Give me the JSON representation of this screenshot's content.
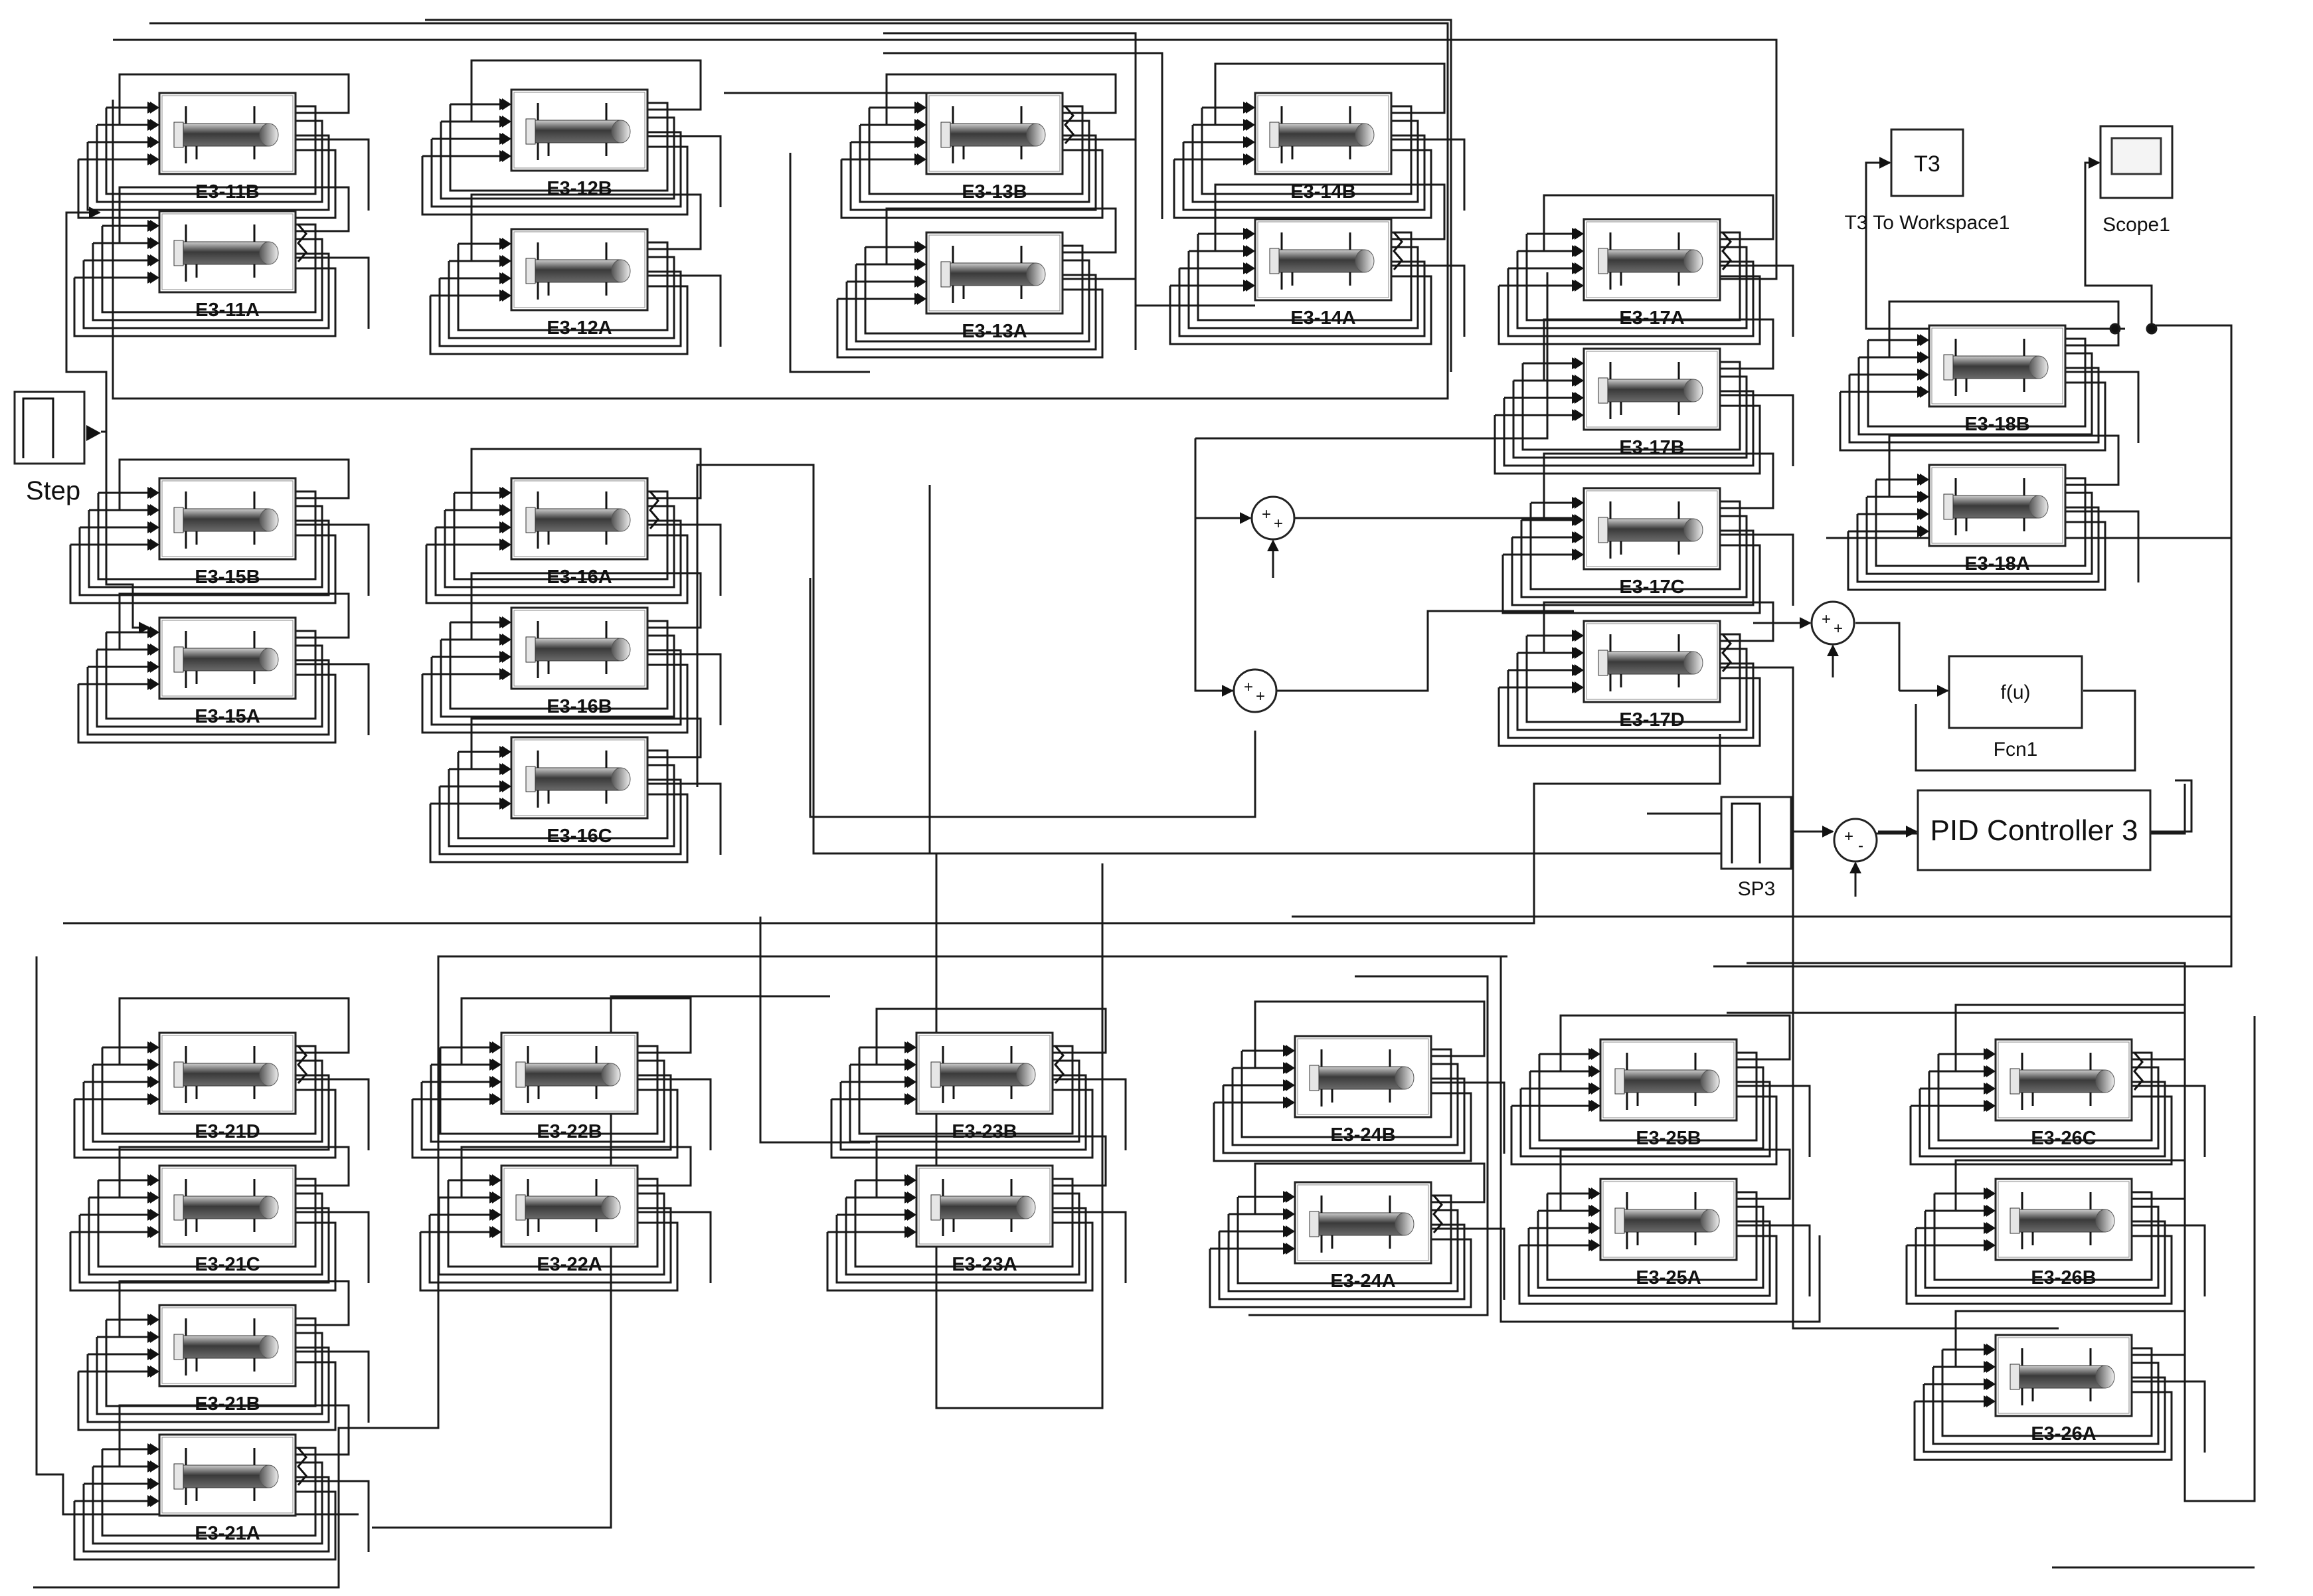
{
  "diagram": {
    "exchangers": [
      {
        "id": "E3-11B",
        "label": "E3-11B"
      },
      {
        "id": "E3-11A",
        "label": "E3-11A"
      },
      {
        "id": "E3-12B",
        "label": "E3-12B"
      },
      {
        "id": "E3-12A",
        "label": "E3-12A"
      },
      {
        "id": "E3-13B",
        "label": "E3-13B"
      },
      {
        "id": "E3-13A",
        "label": "E3-13A"
      },
      {
        "id": "E3-14B",
        "label": "E3-14B"
      },
      {
        "id": "E3-14A",
        "label": "E3-14A"
      },
      {
        "id": "E3-15B",
        "label": "E3-15B"
      },
      {
        "id": "E3-15A",
        "label": "E3-15A"
      },
      {
        "id": "E3-16A",
        "label": "E3-16A"
      },
      {
        "id": "E3-16B",
        "label": "E3-16B"
      },
      {
        "id": "E3-16C",
        "label": "E3-16C"
      },
      {
        "id": "E3-17A",
        "label": "E3-17A"
      },
      {
        "id": "E3-17B",
        "label": "E3-17B"
      },
      {
        "id": "E3-17C",
        "label": "E3-17C"
      },
      {
        "id": "E3-17D",
        "label": "E3-17D"
      },
      {
        "id": "E3-18B",
        "label": "E3-18B"
      },
      {
        "id": "E3-18A",
        "label": "E3-18A"
      },
      {
        "id": "E3-21D",
        "label": "E3-21D"
      },
      {
        "id": "E3-21C",
        "label": "E3-21C"
      },
      {
        "id": "E3-21B",
        "label": "E3-21B"
      },
      {
        "id": "E3-21A",
        "label": "E3-21A"
      },
      {
        "id": "E3-22B",
        "label": "E3-22B"
      },
      {
        "id": "E3-22A",
        "label": "E3-22A"
      },
      {
        "id": "E3-23B",
        "label": "E3-23B"
      },
      {
        "id": "E3-23A",
        "label": "E3-23A"
      },
      {
        "id": "E3-24B",
        "label": "E3-24B"
      },
      {
        "id": "E3-24A",
        "label": "E3-24A"
      },
      {
        "id": "E3-25B",
        "label": "E3-25B"
      },
      {
        "id": "E3-25A",
        "label": "E3-25A"
      },
      {
        "id": "E3-26C",
        "label": "E3-26C"
      },
      {
        "id": "E3-26B",
        "label": "E3-26B"
      },
      {
        "id": "E3-26A",
        "label": "E3-26A"
      }
    ],
    "step": {
      "label": "Step"
    },
    "workspace": {
      "text": "T3",
      "label": "T3 To Workspace1"
    },
    "scope": {
      "label": "Scope1"
    },
    "fcn": {
      "text": "f(u)",
      "label": "Fcn1"
    },
    "sp": {
      "label": "SP3"
    },
    "pid": {
      "text": "PID Controller 3"
    },
    "sum_signs": {
      "plus": "+",
      "minus": "-"
    },
    "colors": {
      "line": "#1a1a1a",
      "block_border": "#222222",
      "tube_dark": "#3a3a3a",
      "tube_light": "#dddddd",
      "block_fill": "#ffffff"
    }
  }
}
